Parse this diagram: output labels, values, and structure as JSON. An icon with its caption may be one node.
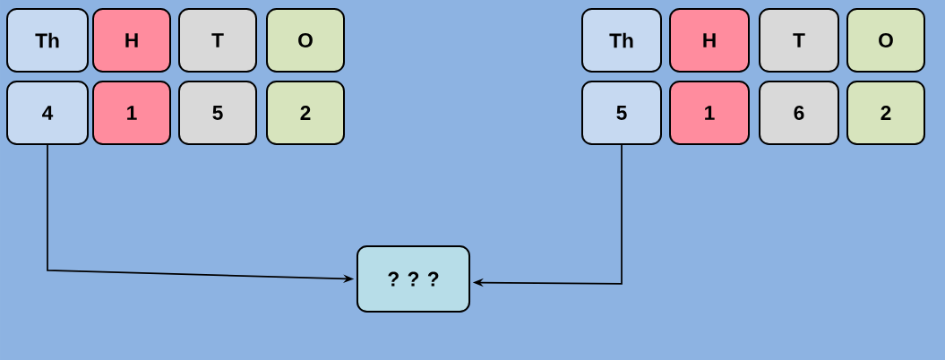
{
  "diagram": {
    "nodes": [
      {
        "text": [
          "Th"
        ]
      },
      {
        "text": [
          "H"
        ]
      },
      {
        "text": [
          "T"
        ]
      },
      {
        "text": [
          "O"
        ]
      },
      {
        "text": [
          "4"
        ]
      },
      {
        "text": [
          "1"
        ]
      },
      {
        "text": [
          "5"
        ]
      },
      {
        "text": [
          "2"
        ]
      },
      {
        "text": [
          "Th"
        ]
      },
      {
        "text": [
          "H"
        ]
      },
      {
        "text": [
          "T"
        ]
      },
      {
        "text": [
          "O"
        ]
      },
      {
        "text": [
          "5"
        ]
      },
      {
        "text": [
          "1"
        ]
      },
      {
        "text": [
          "6"
        ]
      },
      {
        "text": [
          "2"
        ]
      },
      {
        "text": [
          "? ? ?"
        ]
      }
    ],
    "edges": [
      {
        "from": 4,
        "to": 16,
        "arrow": "to"
      },
      {
        "from": 12,
        "to": 16,
        "arrow": "to"
      }
    ]
  }
}
